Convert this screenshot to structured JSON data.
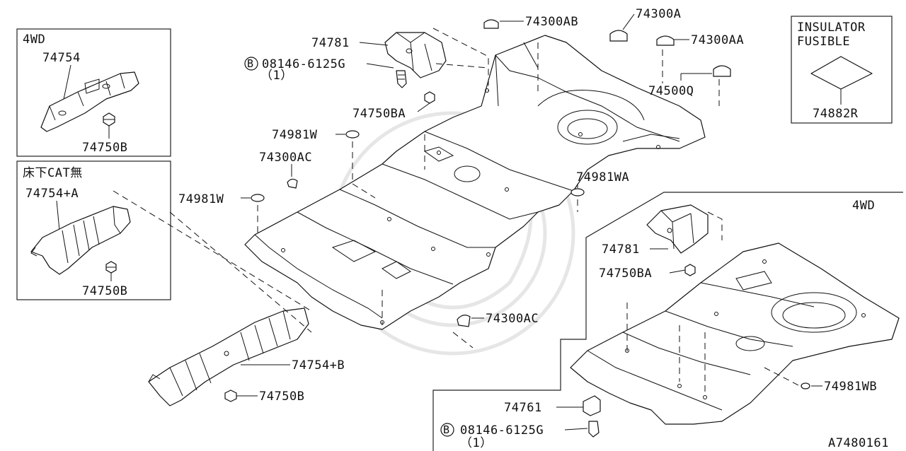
{
  "diagram": {
    "ref_code": "A7480161",
    "insets": {
      "top_left": {
        "title": "4WD",
        "part_main": "74754",
        "part_nut": "74750B"
      },
      "mid_left": {
        "title": "床下CAT無",
        "part_main": "74754+A",
        "part_nut": "74750B"
      },
      "top_right": {
        "title_line1": "INSULATOR",
        "title_line2": "FUSIBLE",
        "part": "74882R"
      },
      "lower_right": {
        "title": "4WD"
      }
    },
    "labels": {
      "l74781": "74781",
      "l08146a": "08146-6125G",
      "l08146a_qty": "（1）",
      "l74750BA": "74750BA",
      "l74300AB": "74300AB",
      "l74300A": "74300A",
      "l74300AA": "74300AA",
      "l74500Q": "74500Q",
      "l74981W_top": "74981W",
      "l74300AC_top": "74300AC",
      "l74981W_left": "74981W",
      "l74981WA": "74981WA",
      "l74300AC_bottom": "74300AC",
      "l74754B": "74754+B",
      "l74750B_bottom": "74750B",
      "l74781_4wd": "74781",
      "l74750BA_4wd": "74750BA",
      "l74981WB": "74981WB",
      "l74761": "74761",
      "l08146b": "08146-6125G",
      "l08146b_qty": "（1）",
      "bolt_mark": "B"
    }
  }
}
